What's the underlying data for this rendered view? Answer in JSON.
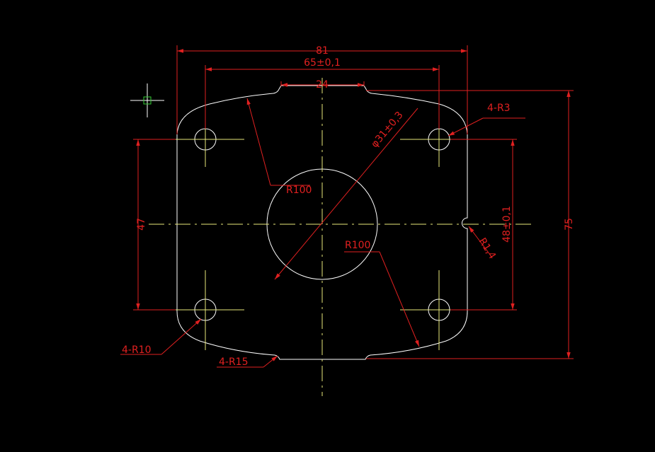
{
  "colors": {
    "background": "#000000",
    "part": "#ffffff",
    "centerline": "#e8e87a",
    "dimension": "#e02020",
    "cursor": "#ffffff",
    "cursor_box": "#33cc33"
  },
  "dimensions": {
    "overall_width": "81",
    "hole_spacing": "65±0,1",
    "top_notch": "24",
    "bore_diameter": "φ31±0,3",
    "hole_radius": "4-R3",
    "height_left": "47",
    "hole_vertical": "48±0,1",
    "overall_height": "75",
    "side_radius": "R1,4",
    "arc_upper": "R100",
    "arc_lower": "R100",
    "corner_radius": "4-R10",
    "edge_radius": "4-R15"
  }
}
